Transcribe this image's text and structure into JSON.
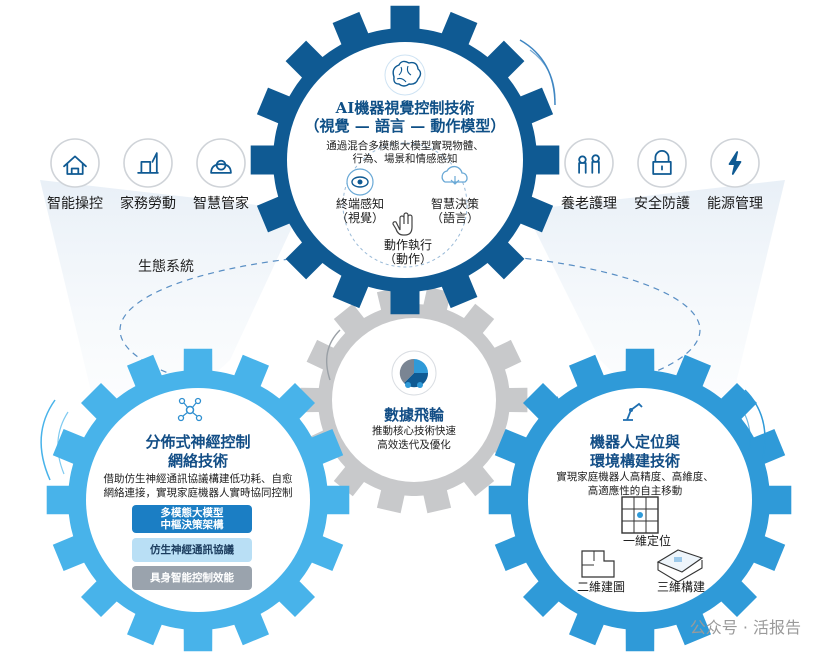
{
  "ecosystem_label": "生態系統",
  "top_gear": {
    "title_line1": "AI機器視覺控制技術",
    "title_line2": "（視覺 — 語言 — 動作模型）",
    "desc_line1": "通過混合多模態大模型實現物體、",
    "desc_line2": "行為、場景和情感感知",
    "perception_line1": "終端感知",
    "perception_line2": "（視覺）",
    "decision_line1": "智慧決策",
    "decision_line2": "（語言）",
    "action_line1": "動作執行",
    "action_line2": "（動作）"
  },
  "center_gear": {
    "title": "數據飛輪",
    "desc_line1": "推動核心技術快速",
    "desc_line2": "高效迭代及優化"
  },
  "left_gear": {
    "title_line1": "分佈式神經控制",
    "title_line2": "網絡技術",
    "desc_line1": "借助仿生神經通訊協議構建低功耗、自愈",
    "desc_line2": "網絡連接，實現家庭機器人實時協同控制",
    "pill1_line1": "多模態大模型",
    "pill1_line2": "中樞決策架構",
    "pill2": "仿生神經通訊協議",
    "pill3": "具身智能控制效能"
  },
  "right_gear": {
    "title_line1": "機器人定位與",
    "title_line2": "環境構建技術",
    "desc_line1": "實現家庭機器人高精度、高維度、",
    "desc_line2": "高適應性的自主移動",
    "one_d": "一維定位",
    "two_d": "二維建圖",
    "three_d": "三維構建"
  },
  "left_icons": [
    {
      "label": "智能操控",
      "icon": "smart-home-icon"
    },
    {
      "label": "家務勞動",
      "icon": "housework-icon"
    },
    {
      "label": "智慧管家",
      "icon": "butler-icon"
    }
  ],
  "right_icons": [
    {
      "label": "養老護理",
      "icon": "elderly-care-icon"
    },
    {
      "label": "安全防護",
      "icon": "security-lock-icon"
    },
    {
      "label": "能源管理",
      "icon": "energy-icon"
    }
  ],
  "watermark": "公众号 · 活报告",
  "colors": {
    "dark_blue": "#0f5a93",
    "light_blue": "#48b3ea",
    "mid_blue": "#2f9ad8",
    "grey": "#c8c9cb"
  }
}
